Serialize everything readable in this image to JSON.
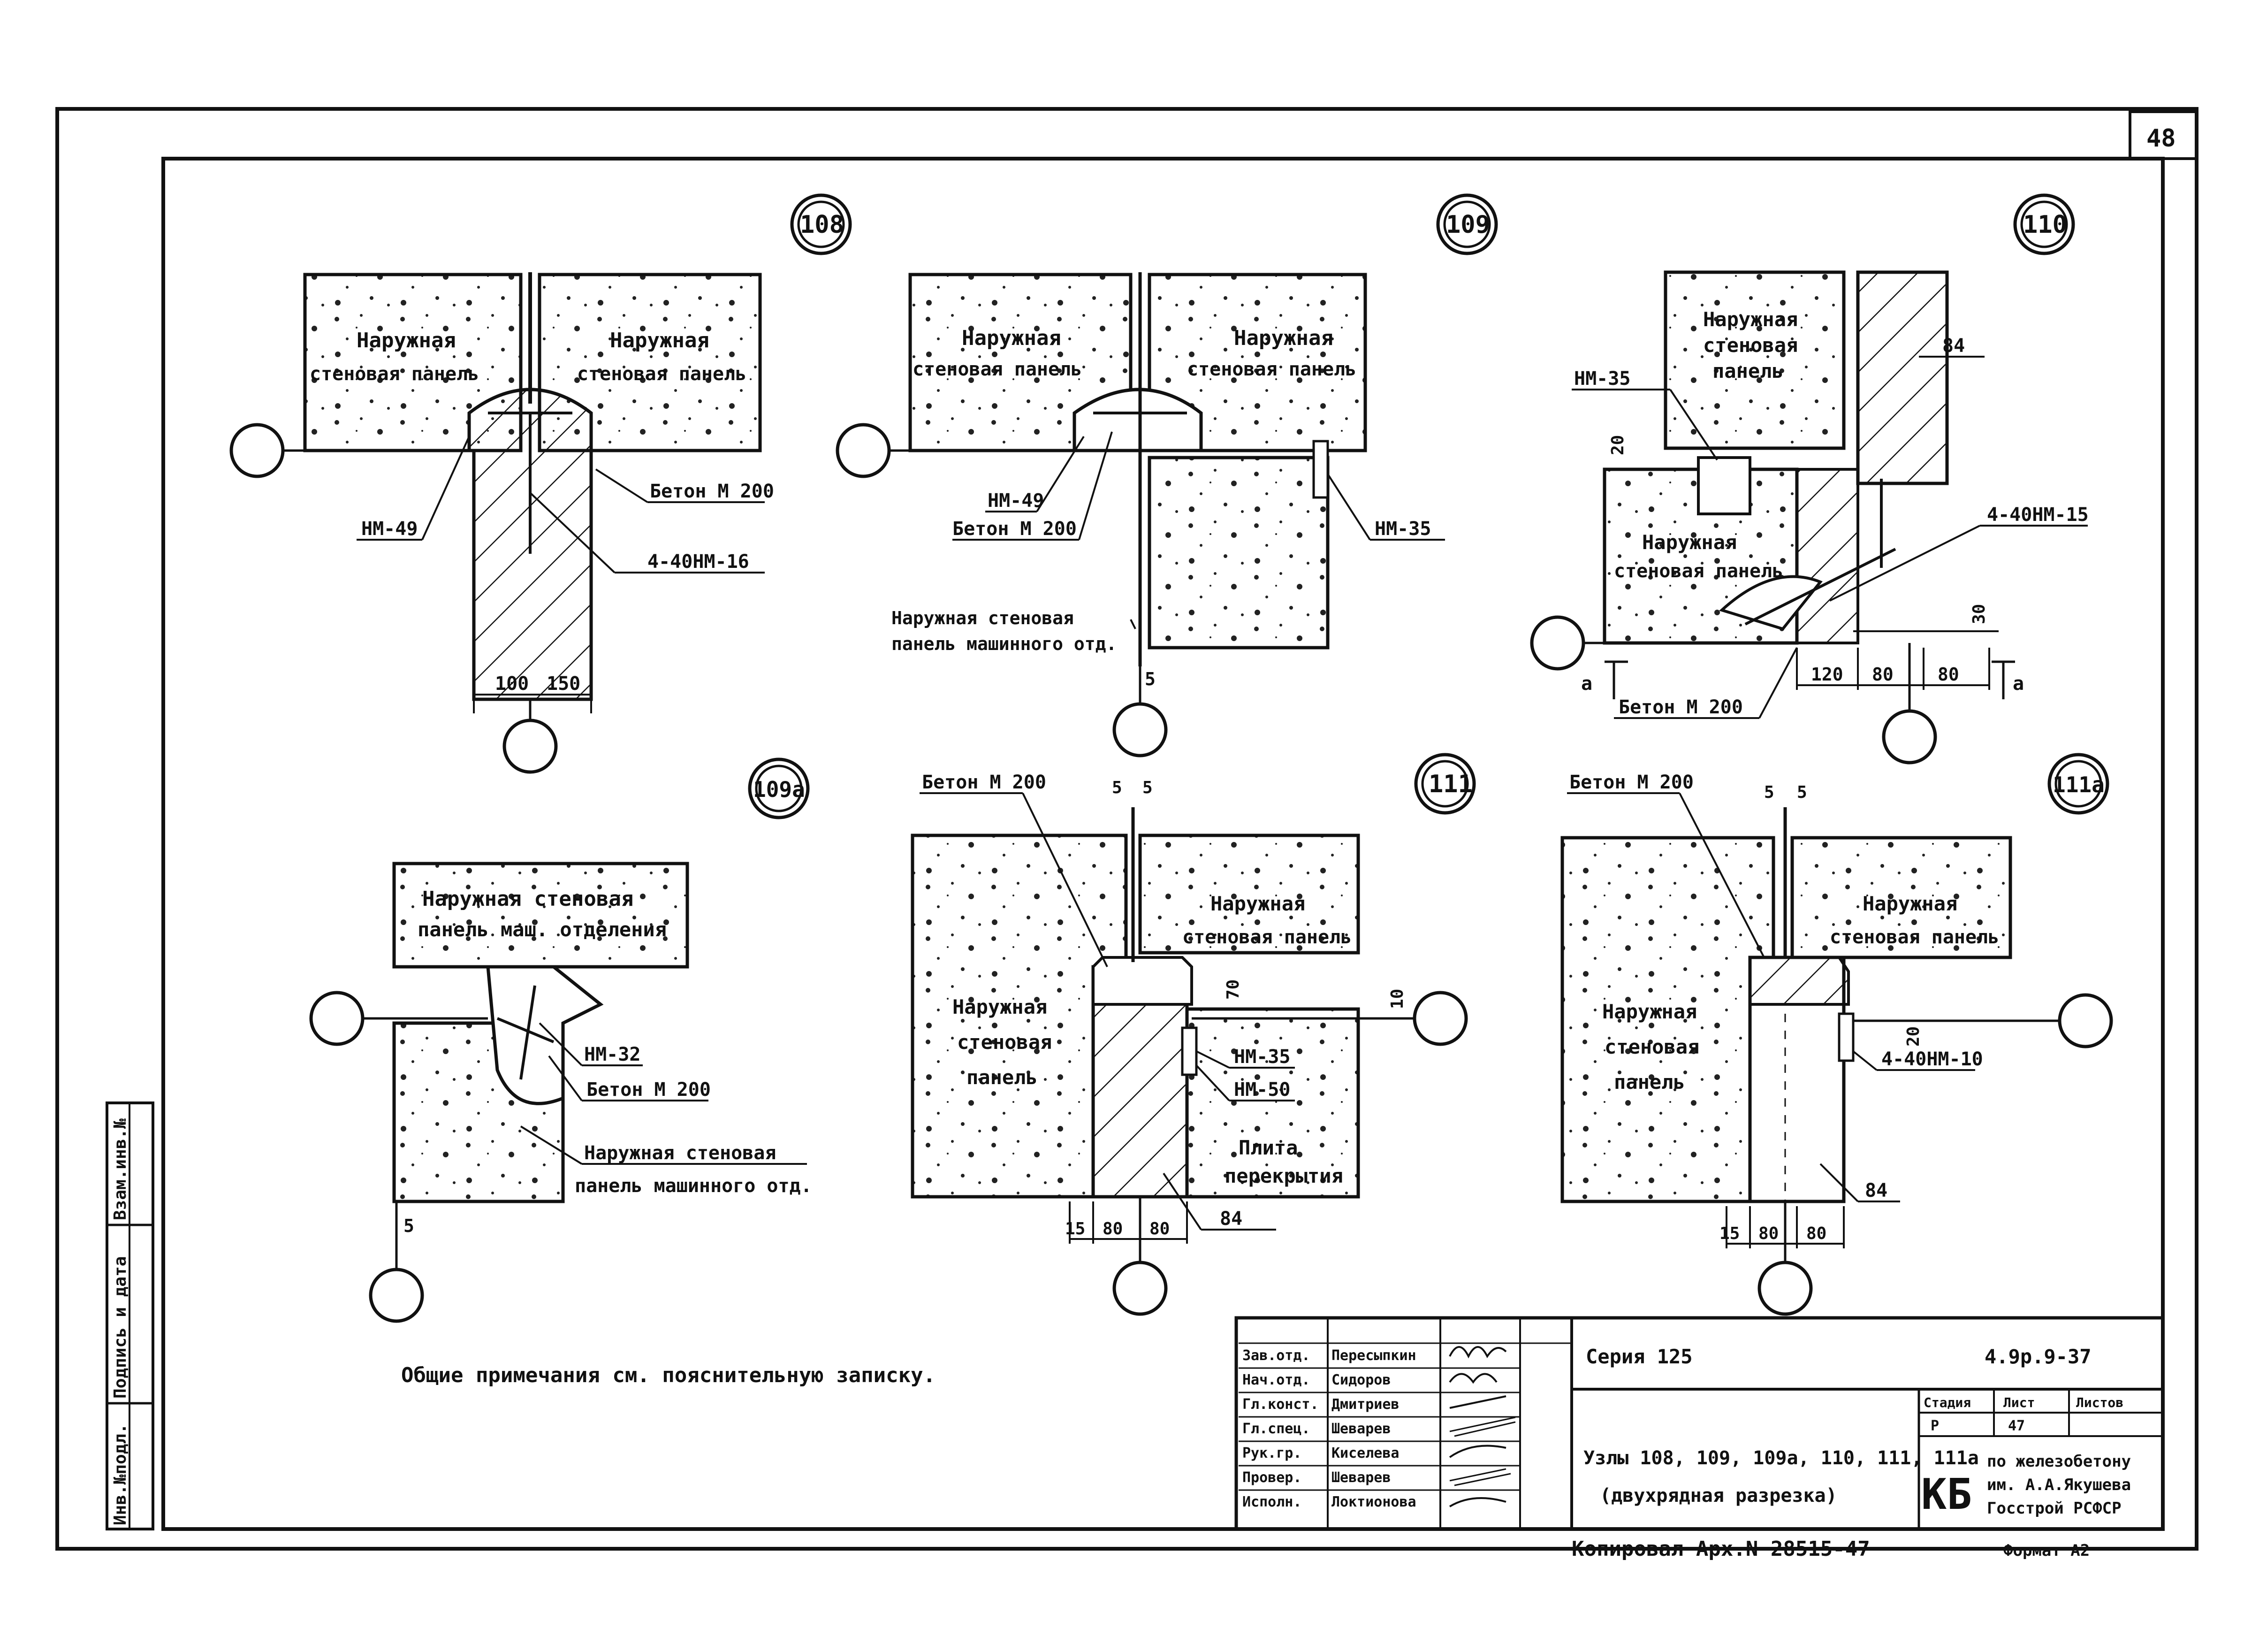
{
  "sheet": {
    "page_number": "48",
    "general_note": "Общие примечания см. пояснительную записку.",
    "bottom_copy": "Копировал Арх.N 28515-47",
    "bottom_format": "Формат A2"
  },
  "side_stamp": [
    "Инв.№подл.",
    "Подпись и дата",
    "Взам.инв.№"
  ],
  "nodes": [
    {
      "id": "108",
      "label": "108"
    },
    {
      "id": "109",
      "label": "109"
    },
    {
      "id": "110",
      "label": "110"
    },
    {
      "id": "109a",
      "label": "109а"
    },
    {
      "id": "111",
      "label": "111"
    },
    {
      "id": "111a",
      "label": "111а"
    }
  ],
  "labels": {
    "outer_panel": "Наружная",
    "wall_panel": "стеновая панель",
    "wall": "стеновая",
    "panel": "панель",
    "beton_m200": "Бетон М 200",
    "nm49": "НМ-49",
    "nm16": "4-40НМ-16",
    "nm35": "НМ-35",
    "nm15": "4-40НМ-15",
    "nm32": "НМ-32",
    "nm50": "НМ-50",
    "nm10": "4-40НМ-10",
    "machine_panel_1": "Наружная стеновая",
    "machine_panel_2": "панель машинного отд.",
    "panel_mash_top_1": "Наружная стеновая",
    "panel_mash_top_2": "панель маш. отделения",
    "slab_1": "Плита",
    "slab_2": "перекрытия",
    "mark_84": "84",
    "section_a": "а"
  },
  "dims": {
    "d100": "100",
    "d150": "150",
    "d5": "5",
    "d20": "20",
    "d120": "120",
    "d80": "80",
    "d30": "30",
    "d15": "15",
    "d70": "70",
    "d10": "10"
  },
  "title_block": {
    "roles": [
      "Зав.отд.",
      "Нач.отд.",
      "Гл.конст.",
      "Гл.спец.",
      "Рук.гр.",
      "Провер.",
      "Исполн."
    ],
    "names": [
      "Пересыпкин",
      "Сидоров",
      "Дмитриев",
      "Шеварев",
      "Киселева",
      "Шеварев",
      "Локтионова"
    ],
    "series": "Серия 125",
    "code": "4.9р.9-37",
    "stage_h": "Стадия",
    "sheet_h": "Лист",
    "sheets_h": "Листов",
    "stage": "Р",
    "sheet": "47",
    "title_1": "Узлы 108, 109, 109а, 110, 111, 111а",
    "title_2": "(двухрядная разрезка)",
    "org_logo": "КБ",
    "org_1": "по железобетону",
    "org_2": "им. А.А.Якушева",
    "org_3": "Госстрой РСФСР"
  }
}
